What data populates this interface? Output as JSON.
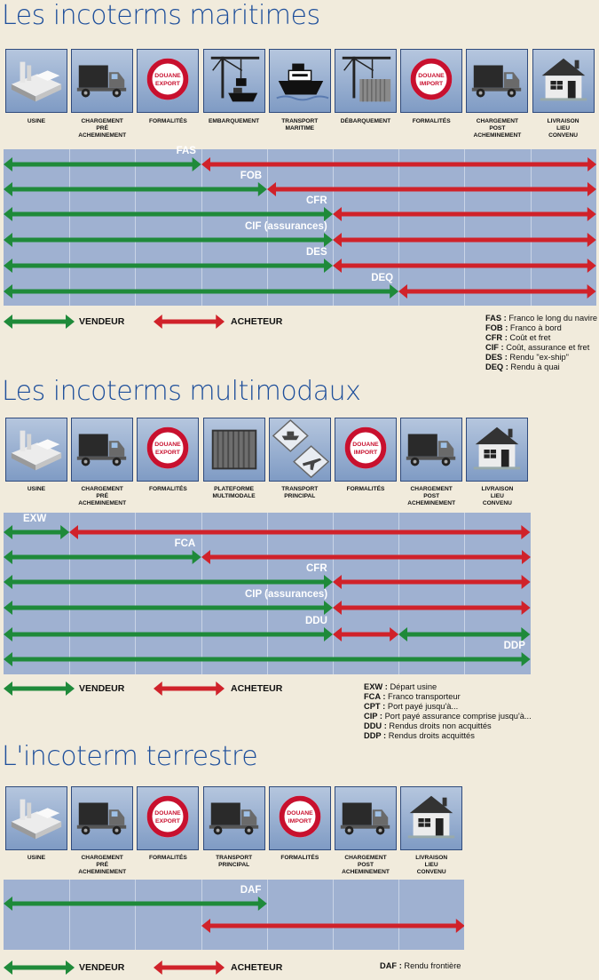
{
  "colors": {
    "seller": "#1f8a3a",
    "buyer": "#d0222a",
    "band": "#9fb1d1",
    "title": "#1e4f9b"
  },
  "legend": {
    "seller": "VENDEUR",
    "buyer": "ACHETEUR"
  },
  "sections": [
    {
      "title": "Les incoterms maritimes",
      "columns": [
        {
          "icon": "factory-icon",
          "label": "USINE"
        },
        {
          "icon": "truck-icon",
          "label": "CHARGEMENT\nPRÉ\nACHEMINEMENT"
        },
        {
          "icon": "customs-export-sign-icon",
          "sign_text": "DOUANE\nEXPORT",
          "label": "FORMALITÉS"
        },
        {
          "icon": "crane-loading-ship-icon",
          "label": "EMBARQUEMENT"
        },
        {
          "icon": "cargo-ship-icon",
          "label": "TRANSPORT\nMARITIME"
        },
        {
          "icon": "crane-unloading-container-icon",
          "label": "DÉBARQUEMENT"
        },
        {
          "icon": "customs-import-sign-icon",
          "sign_text": "DOUANE\nIMPORT",
          "label": "FORMALITÉS"
        },
        {
          "icon": "truck-icon",
          "label": "CHARGEMENT\nPOST\nACHEMINEMENT"
        },
        {
          "icon": "house-icon",
          "label": "LIVRAISON\nLIEU\nCONVENU"
        }
      ],
      "rows": [
        {
          "code": "FAS",
          "seller_to": 3,
          "buyer": [
            3,
            9
          ]
        },
        {
          "code": "FOB",
          "seller_to": 4,
          "buyer": [
            4,
            9
          ]
        },
        {
          "code": "CFR",
          "seller_to": 5,
          "buyer": [
            5,
            9
          ]
        },
        {
          "code": "CIF (assurances)",
          "seller_to": 5,
          "buyer": [
            5,
            9
          ]
        },
        {
          "code": "DES",
          "seller_to": 5,
          "buyer": [
            5,
            9
          ]
        },
        {
          "code": "DEQ",
          "seller_to": 6,
          "buyer": [
            6,
            9
          ]
        }
      ],
      "glossary": [
        {
          "abbr": "FAS :",
          "text": "Franco le long du navire"
        },
        {
          "abbr": "FOB :",
          "text": "Franco à bord"
        },
        {
          "abbr": "CFR :",
          "text": "Coût et fret"
        },
        {
          "abbr": "CIF :",
          "text": "Coût, assurance et fret"
        },
        {
          "abbr": "DES :",
          "text": "Rendu \"ex-ship\""
        },
        {
          "abbr": "DEQ :",
          "text": "Rendu à quai"
        }
      ]
    },
    {
      "title": "Les incoterms multimodaux",
      "columns": [
        {
          "icon": "factory-icon",
          "label": "USINE"
        },
        {
          "icon": "truck-icon",
          "label": "CHARGEMENT\nPRÉ\nACHEMINEMENT"
        },
        {
          "icon": "customs-export-sign-icon",
          "sign_text": "DOUANE\nEXPORT",
          "label": "FORMALITÉS"
        },
        {
          "icon": "container-icon",
          "label": "PLATEFORME\nMULTIMODALE"
        },
        {
          "icon": "ship-and-plane-signs-icon",
          "label": "TRANSPORT\nPRINCIPAL"
        },
        {
          "icon": "customs-import-sign-icon",
          "sign_text": "DOUANE\nIMPORT",
          "label": "FORMALITÉS"
        },
        {
          "icon": "truck-icon",
          "label": "CHARGEMENT\nPOST\nACHEMINEMENT"
        },
        {
          "icon": "house-icon",
          "label": "LIVRAISON\nLIEU\nCONVENU"
        }
      ],
      "rows": [
        {
          "code": "EXW",
          "seller_to": 1,
          "buyer": [
            1,
            8
          ]
        },
        {
          "code": "FCA",
          "seller_to": 3,
          "buyer": [
            3,
            8
          ]
        },
        {
          "code": "CFR",
          "seller_to": 5,
          "buyer": [
            5,
            8
          ]
        },
        {
          "code": "CIP (assurances)",
          "seller_to": 5,
          "buyer": [
            5,
            8
          ]
        },
        {
          "code": "DDU",
          "seller_to": 5,
          "buyer": [
            5,
            6
          ],
          "seller_extra": [
            6,
            8
          ]
        },
        {
          "code": "DDP",
          "seller_to": 8
        }
      ],
      "glossary": [
        {
          "abbr": "EXW :",
          "text": "Départ usine"
        },
        {
          "abbr": "FCA :",
          "text": "Franco transporteur"
        },
        {
          "abbr": "CPT :",
          "text": "Port payé jusqu'à..."
        },
        {
          "abbr": "CIP :",
          "text": "Port payé assurance comprise jusqu'à..."
        },
        {
          "abbr": "DDU :",
          "text": "Rendus droits non acquittés"
        },
        {
          "abbr": "DDP :",
          "text": "Rendus droits acquittés"
        }
      ]
    },
    {
      "title": "L'incoterm terrestre",
      "columns": [
        {
          "icon": "factory-icon",
          "label": "USINE"
        },
        {
          "icon": "truck-icon",
          "label": "CHARGEMENT\nPRÉ\nACHEMINEMENT"
        },
        {
          "icon": "customs-export-sign-icon",
          "sign_text": "DOUANE\nEXPORT",
          "label": "FORMALITÉS"
        },
        {
          "icon": "truck-icon",
          "label": "TRANSPORT\nPRINCIPAL"
        },
        {
          "icon": "customs-import-sign-icon",
          "sign_text": "DOUANE\nIMPORT",
          "label": "FORMALITÉS"
        },
        {
          "icon": "truck-icon",
          "label": "CHARGEMENT\nPOST\nACHEMINEMENT"
        },
        {
          "icon": "house-icon",
          "label": "LIVRAISON\nLIEU\nCONVENU"
        }
      ],
      "rows": [
        {
          "code": "DAF",
          "seller_to": 4
        },
        {
          "code": "",
          "buyer": [
            3,
            7
          ]
        }
      ],
      "glossary": [
        {
          "abbr": "DAF :",
          "text": "Rendu frontière"
        }
      ]
    }
  ]
}
